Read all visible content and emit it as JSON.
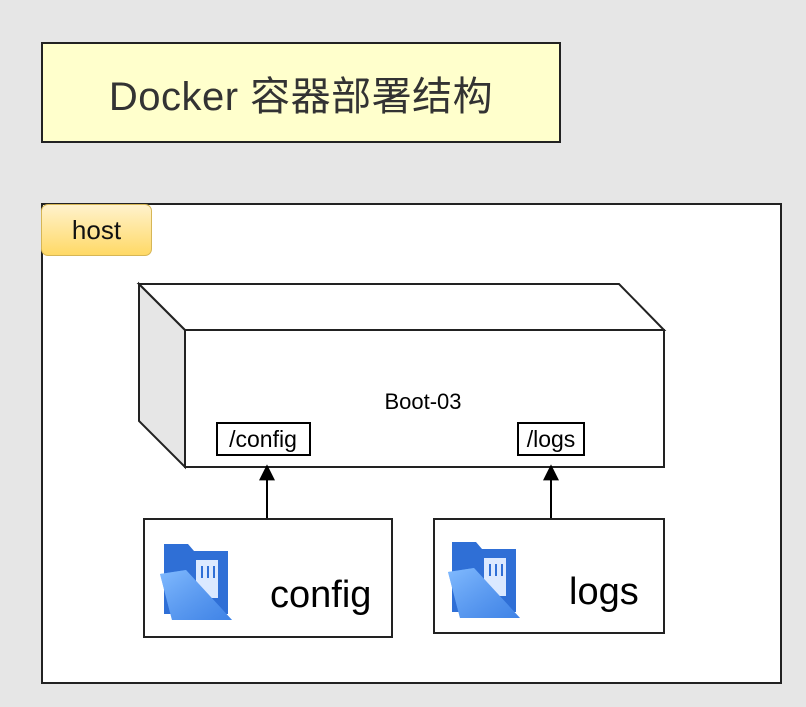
{
  "title": "Docker 容器部署结构",
  "host": {
    "label": "host"
  },
  "container": {
    "name": "Boot-03",
    "mounts": {
      "config": "/config",
      "logs": "/logs"
    }
  },
  "volumes": [
    {
      "label": "config",
      "icon": "folder-icon"
    },
    {
      "label": "logs",
      "icon": "folder-icon"
    }
  ],
  "colors": {
    "background": "#e6e6e6",
    "title_fill": "#ffffcc",
    "host_badge_fill": "#ffd966",
    "host_badge_border": "#d6b656",
    "folder_blue": "#3d8bf0",
    "cube_side": "#e6e6e6"
  }
}
